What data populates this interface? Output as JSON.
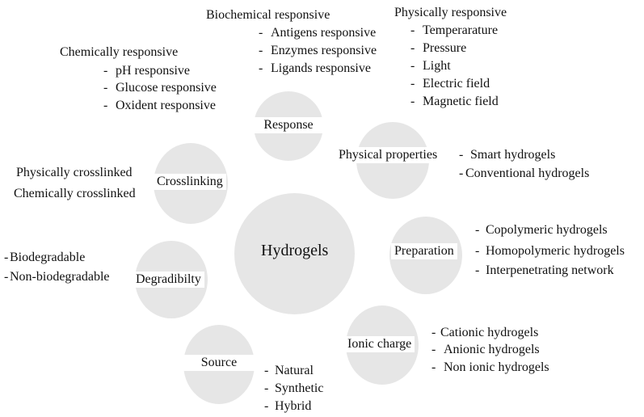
{
  "center": "Hydrogels",
  "response": {
    "label": "Response",
    "biochemical": {
      "title": "Biochemical responsive",
      "items": [
        "Antigens responsive",
        "Enzymes responsive",
        "Ligands responsive"
      ]
    },
    "physical": {
      "title": "Physically responsive",
      "items": [
        "Temperarature",
        "Pressure",
        "Light",
        "Electric field",
        "Magnetic field"
      ]
    },
    "chemical": {
      "title": "Chemically responsive",
      "items": [
        "pH responsive",
        "Glucose responsive",
        "Oxident responsive"
      ]
    }
  },
  "physical_properties": {
    "label": "Physical properties",
    "items": [
      "Smart hydrogels",
      "Conventional hydrogels"
    ]
  },
  "crosslinking": {
    "label": "Crosslinking",
    "items": [
      "Physically crosslinked",
      "Chemically crosslinked"
    ]
  },
  "preparation": {
    "label": "Preparation",
    "items": [
      "Copolymeric hydrogels",
      "Homopolymeric hydrogels",
      "Interpenetrating network"
    ]
  },
  "degradability": {
    "label": "Degradibilty",
    "items": [
      "Biodegradable",
      "Non-biodegradable"
    ]
  },
  "ionic_charge": {
    "label": "Ionic charge",
    "items": [
      "Cationic hydrogels",
      "Anionic hydrogels",
      "Non ionic hydrogels"
    ]
  },
  "source": {
    "label": "Source",
    "items": [
      "Natural",
      "Synthetic",
      "Hybrid"
    ]
  },
  "dash": "-"
}
